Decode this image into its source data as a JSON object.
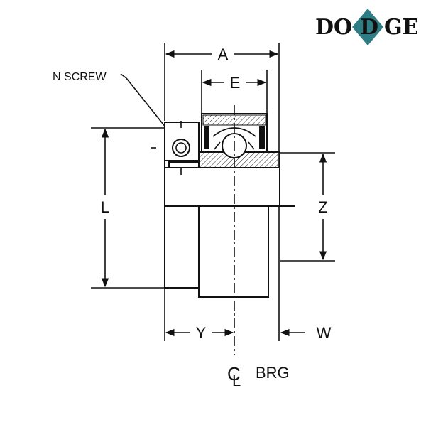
{
  "brand": {
    "logo_text_left": "DO",
    "logo_text_right": "GE",
    "logo_diamond_letter": "D",
    "logo_color": "#2f7d84"
  },
  "labels": {
    "a": "A",
    "e": "E",
    "n_screw": "N SCREW",
    "l": "L",
    "z": "Z",
    "y": "Y",
    "w": "W",
    "cl_c": "C",
    "cl_l": "L",
    "cl_brg": "BRG"
  },
  "colors": {
    "line": "#111111",
    "hatch": "#222222",
    "background": "#ffffff"
  }
}
